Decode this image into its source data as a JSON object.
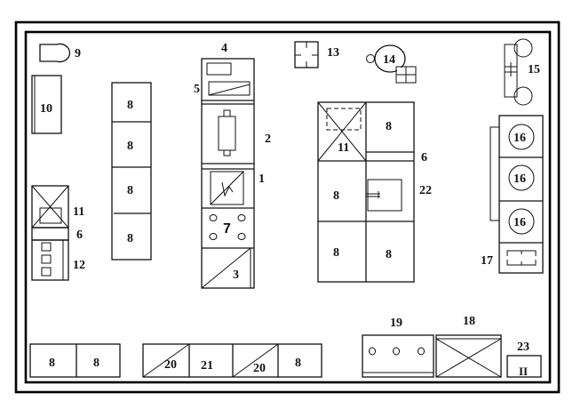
{
  "diagram": {
    "title": "Equipment layout plan",
    "colors": {
      "line": "#111111",
      "background": "#ffffff"
    },
    "labels": {
      "item_1": "1",
      "item_2": "2",
      "item_3": "3",
      "item_4": "4",
      "item_5": "5",
      "item_6": "6",
      "item_7": "7",
      "item_8": "8",
      "item_9": "9",
      "item_10": "10",
      "item_11": "11",
      "item_12": "12",
      "item_13": "13",
      "item_14": "14",
      "item_15": "15",
      "item_16": "16",
      "item_17": "17",
      "item_18": "18",
      "item_19": "19",
      "item_20": "20",
      "item_21": "21",
      "item_22": "22",
      "item_23": "23"
    },
    "left_column_8_count": 4,
    "right_block_16_count": 3,
    "symbols": {
      "item_23_glyph": "II"
    }
  }
}
